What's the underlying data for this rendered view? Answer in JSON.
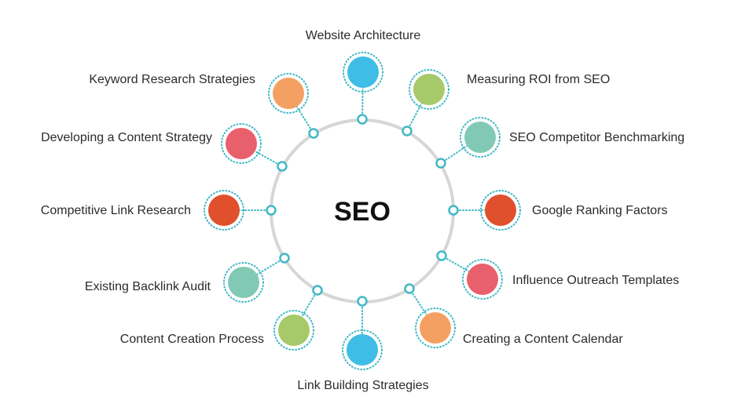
{
  "diagram": {
    "center_label": "SEO",
    "colors": {
      "ring": "#d6d6d6",
      "connector": "#3fb8c6",
      "dot_fill": "#ffffff",
      "blue": "#3fbde6",
      "green": "#a6c96a",
      "teal": "#82c9b5",
      "orange_red": "#e0502c",
      "pink": "#e8606c",
      "orange": "#f5a063"
    },
    "nodes": [
      {
        "label": "Website Architecture",
        "color": "blue"
      },
      {
        "label": "Measuring ROI from SEO",
        "color": "green"
      },
      {
        "label": "SEO Competitor Benchmarking",
        "color": "teal"
      },
      {
        "label": "Google Ranking Factors",
        "color": "orange_red"
      },
      {
        "label": "Influence Outreach Templates",
        "color": "pink"
      },
      {
        "label": "Creating a Content Calendar",
        "color": "orange"
      },
      {
        "label": "Link Building Strategies",
        "color": "blue"
      },
      {
        "label": "Content Creation Process",
        "color": "green"
      },
      {
        "label": "Existing Backlink Audit",
        "color": "teal"
      },
      {
        "label": "Competitive Link Research",
        "color": "orange_red"
      },
      {
        "label": "Developing a Content Strategy",
        "color": "pink"
      },
      {
        "label": "Keyword Research Strategies",
        "color": "orange"
      }
    ]
  }
}
